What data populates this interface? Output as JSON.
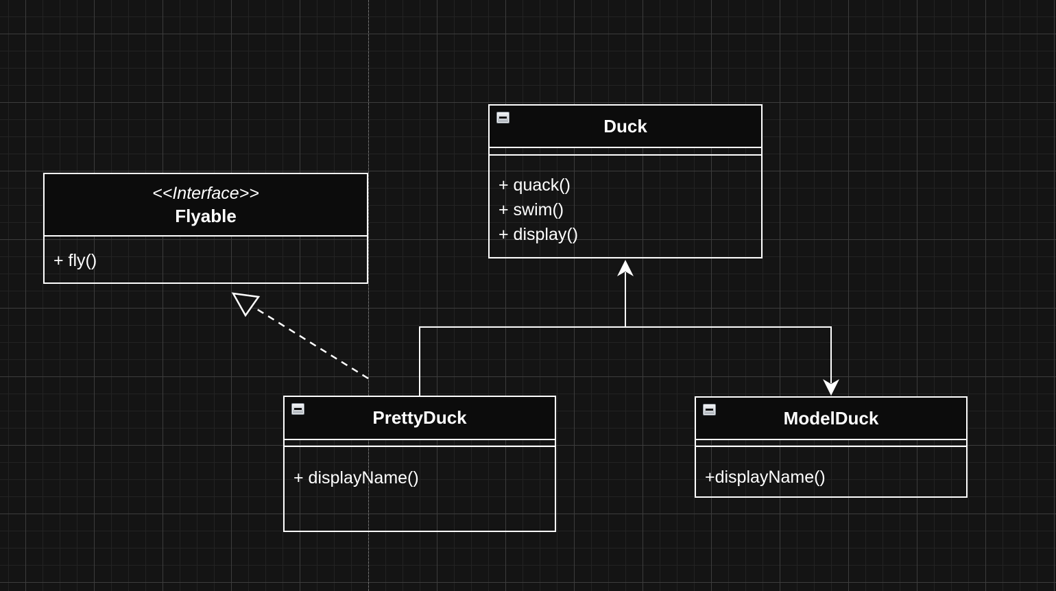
{
  "canvas": {
    "kind": "uml-class-diagram",
    "theme": {
      "background": "#141414",
      "grid_minor_color": "#232323",
      "grid_major_color": "#3d3d3d",
      "shape_stroke_color": "#ffffff",
      "shape_header_fill": "#0c0c0c",
      "text_color": "#ffffff",
      "page_boundary_color": "#6f6f6f"
    }
  },
  "icons": {
    "collapse": "minus-icon"
  },
  "classes": {
    "flyable": {
      "stereotype": "<<Interface>>",
      "name": "Flyable",
      "members": [
        "+ fly()"
      ]
    },
    "duck": {
      "name": "Duck",
      "members": [
        "+ quack()",
        "+ swim()",
        "+ display()"
      ]
    },
    "prettyDuck": {
      "name": "PrettyDuck",
      "members": [
        "+ displayName()"
      ]
    },
    "modelDuck": {
      "name": "ModelDuck",
      "members": [
        "+displayName()"
      ]
    }
  },
  "relationships": [
    {
      "from": "PrettyDuck",
      "to": "Duck",
      "line": "solid",
      "arrowhead": "filled-arrow",
      "type": "generalization"
    },
    {
      "from": "Duck",
      "to": "ModelDuck",
      "line": "solid",
      "arrowhead": "filled-arrow",
      "type": "directed-association"
    },
    {
      "from": "PrettyDuck",
      "to": "Flyable",
      "line": "dashed",
      "arrowhead": "hollow-triangle",
      "type": "realization"
    }
  ]
}
